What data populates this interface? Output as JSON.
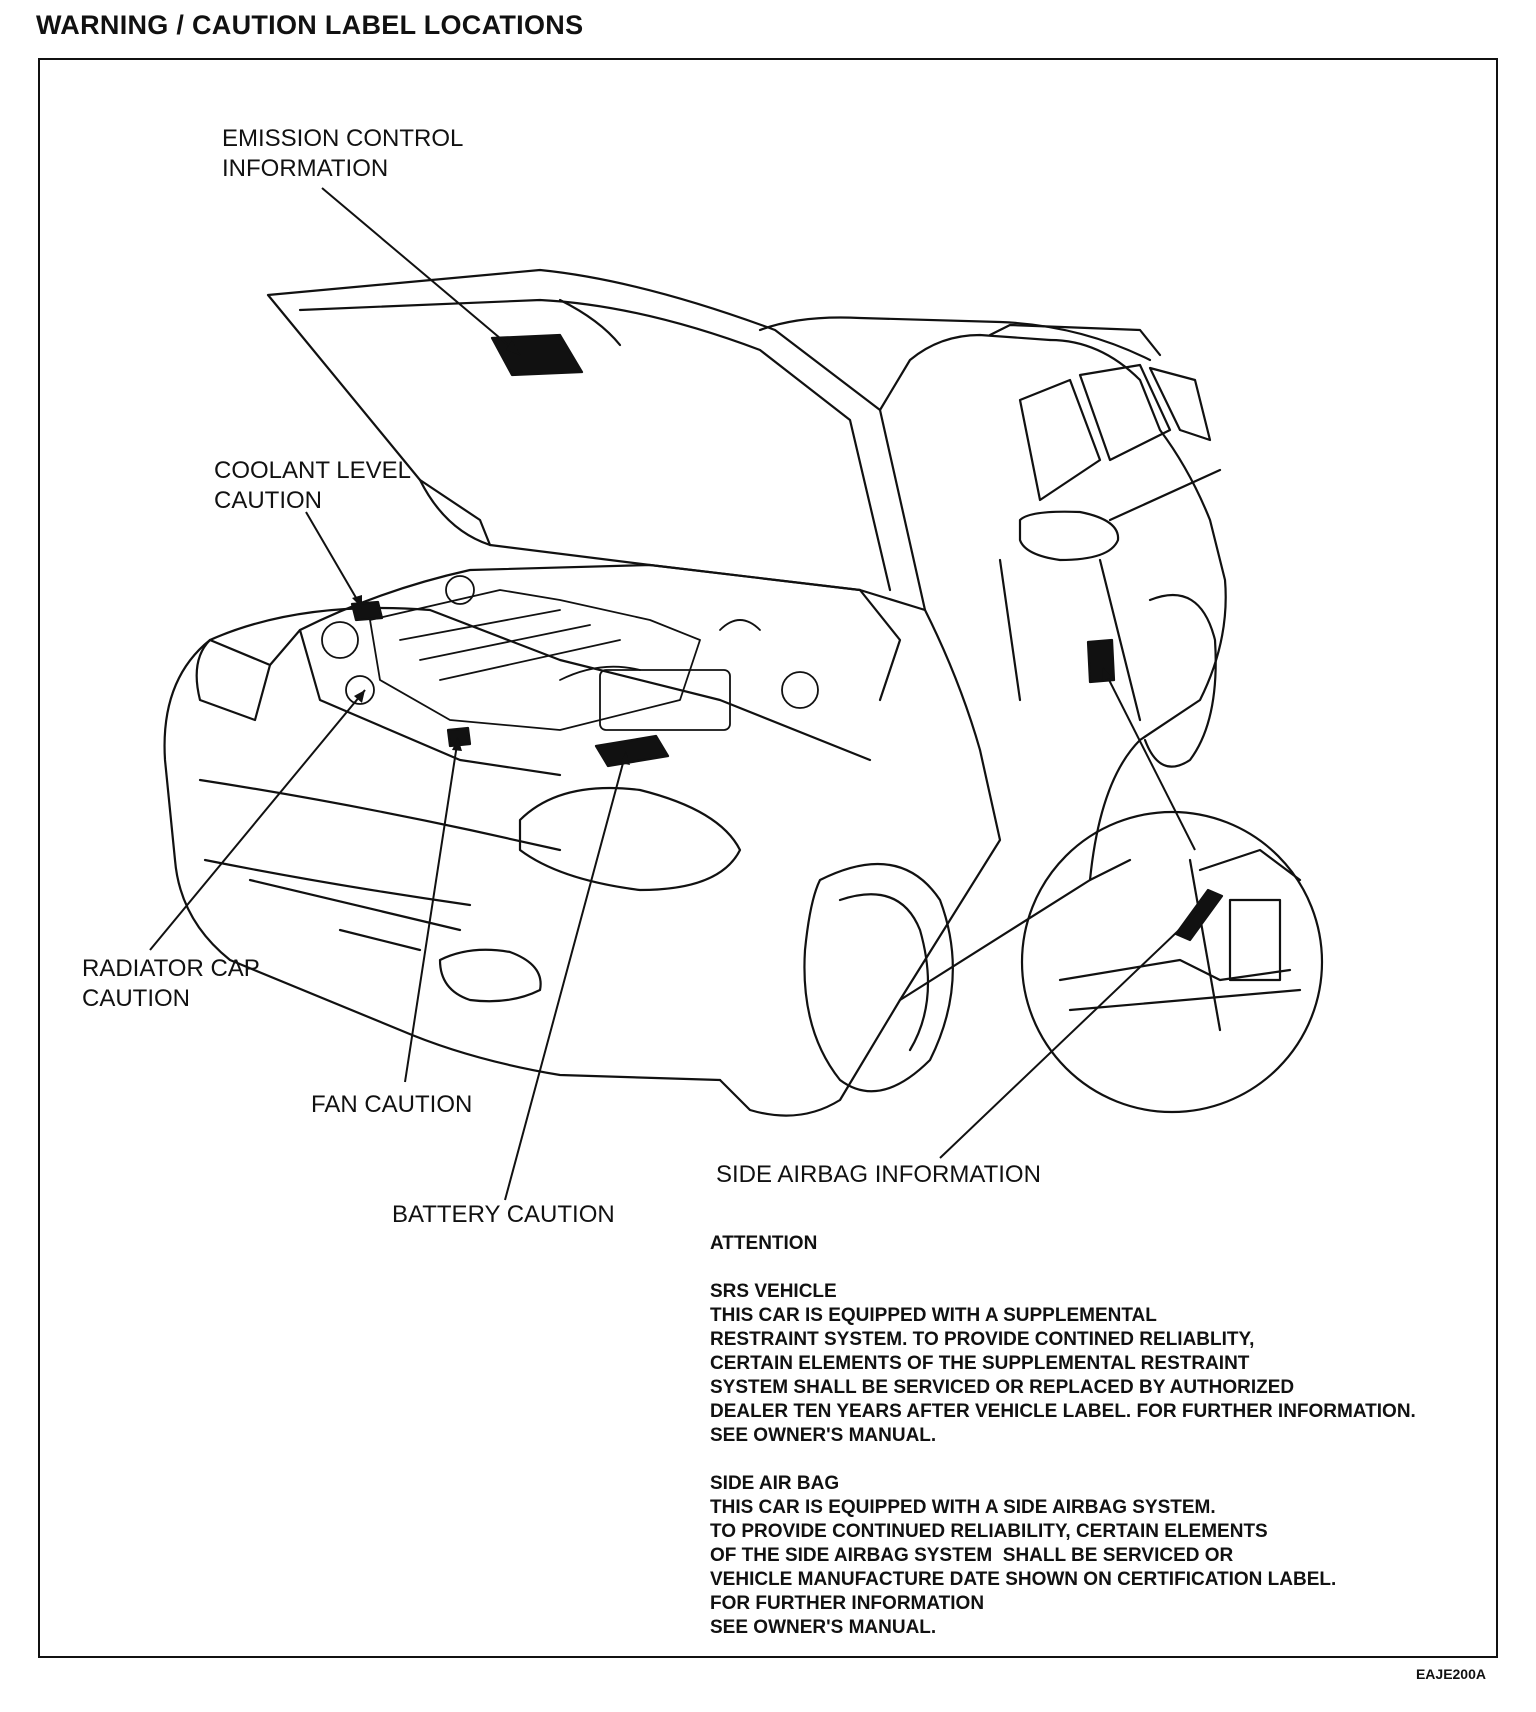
{
  "title": "WARNING / CAUTION LABEL LOCATIONS",
  "callouts": {
    "emission": "EMISSION CONTROL\nINFORMATION",
    "coolant": "COOLANT LEVEL\nCAUTION",
    "radiator": "RADIATOR CAP\nCAUTION",
    "fan": "FAN CAUTION",
    "battery": "BATTERY CAUTION",
    "side_airbag": "SIDE AIRBAG INFORMATION"
  },
  "attention": {
    "heading": "ATTENTION",
    "srs": {
      "heading": "SRS VEHICLE",
      "body": "THIS CAR IS EQUIPPED WITH A SUPPLEMENTAL\nRESTRAINT SYSTEM. TO PROVIDE CONTINED RELIABLITY,\nCERTAIN ELEMENTS OF THE SUPPLEMENTAL RESTRAINT\nSYSTEM SHALL BE SERVICED OR REPLACED BY AUTHORIZED\nDEALER TEN YEARS AFTER VEHICLE LABEL. FOR FURTHER INFORMATION.\nSEE OWNER'S MANUAL."
    },
    "side_air_bag": {
      "heading": "SIDE AIR BAG",
      "body": "THIS CAR IS EQUIPPED WITH A SIDE AIRBAG SYSTEM.\nTO PROVIDE CONTINUED RELIABILITY, CERTAIN ELEMENTS\nOF THE SIDE AIRBAG SYSTEM  SHALL BE SERVICED OR\nVEHICLE MANUFACTURE DATE SHOWN ON CERTIFICATION LABEL.\nFOR FURTHER INFORMATION\nSEE OWNER'S MANUAL."
    }
  },
  "figure_code": "EAJE200A"
}
